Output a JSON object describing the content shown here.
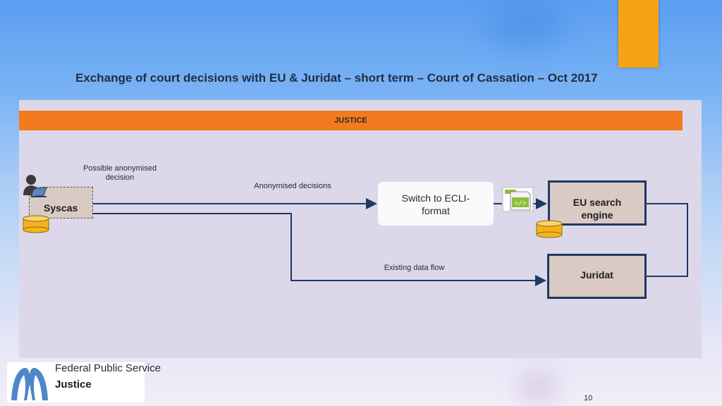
{
  "slide": {
    "title": "Exchange of court decisions with EU & Juridat – short term – Court of Cassation – Oct 2017",
    "page_number": "10"
  },
  "diagram": {
    "band_label": "JUSTICE",
    "nodes": {
      "syscas": "Syscas",
      "ecli_switch": "Switch to ECLI-format",
      "eu_search": "EU search engine",
      "juridat": "Juridat"
    },
    "labels": {
      "possible_anonymised": "Possible anonymised decision",
      "anonymised_decisions": "Anonymised decisions",
      "existing_flow": "Existing data flow"
    },
    "icons": {
      "user_with_laptop": "person-laptop-icon",
      "database": "database-icon",
      "xml_file": "xml-file-icon"
    },
    "colors": {
      "band": "#f47a1f",
      "arrow": "#1f3864",
      "node_fill": "#d9cac4",
      "deco": "#f5a313"
    }
  },
  "logo": {
    "line1": "Federal Public Service",
    "line2": "Justice"
  }
}
